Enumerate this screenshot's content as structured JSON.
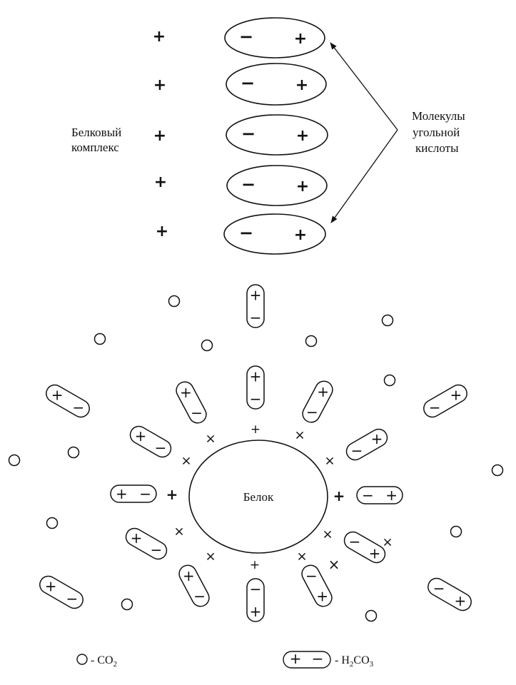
{
  "labels": {
    "protein_complex_line1": "Белковый",
    "protein_complex_line2": "комплекс",
    "molecules_line1": "Молекулы",
    "molecules_line2": "угольной",
    "molecules_line3": "кислоты",
    "protein": "Белок",
    "legend_co2": "- CO",
    "legend_co2_sub": "2",
    "legend_h2co3_a": "- H",
    "legend_h2co3_sub1": "2",
    "legend_h2co3_b": "CO",
    "legend_h2co3_sub2": "3"
  },
  "symbols": {
    "plus": "+",
    "minus": "−",
    "cross": "×"
  },
  "colors": {
    "ink": "#111111",
    "background": "#ffffff"
  }
}
